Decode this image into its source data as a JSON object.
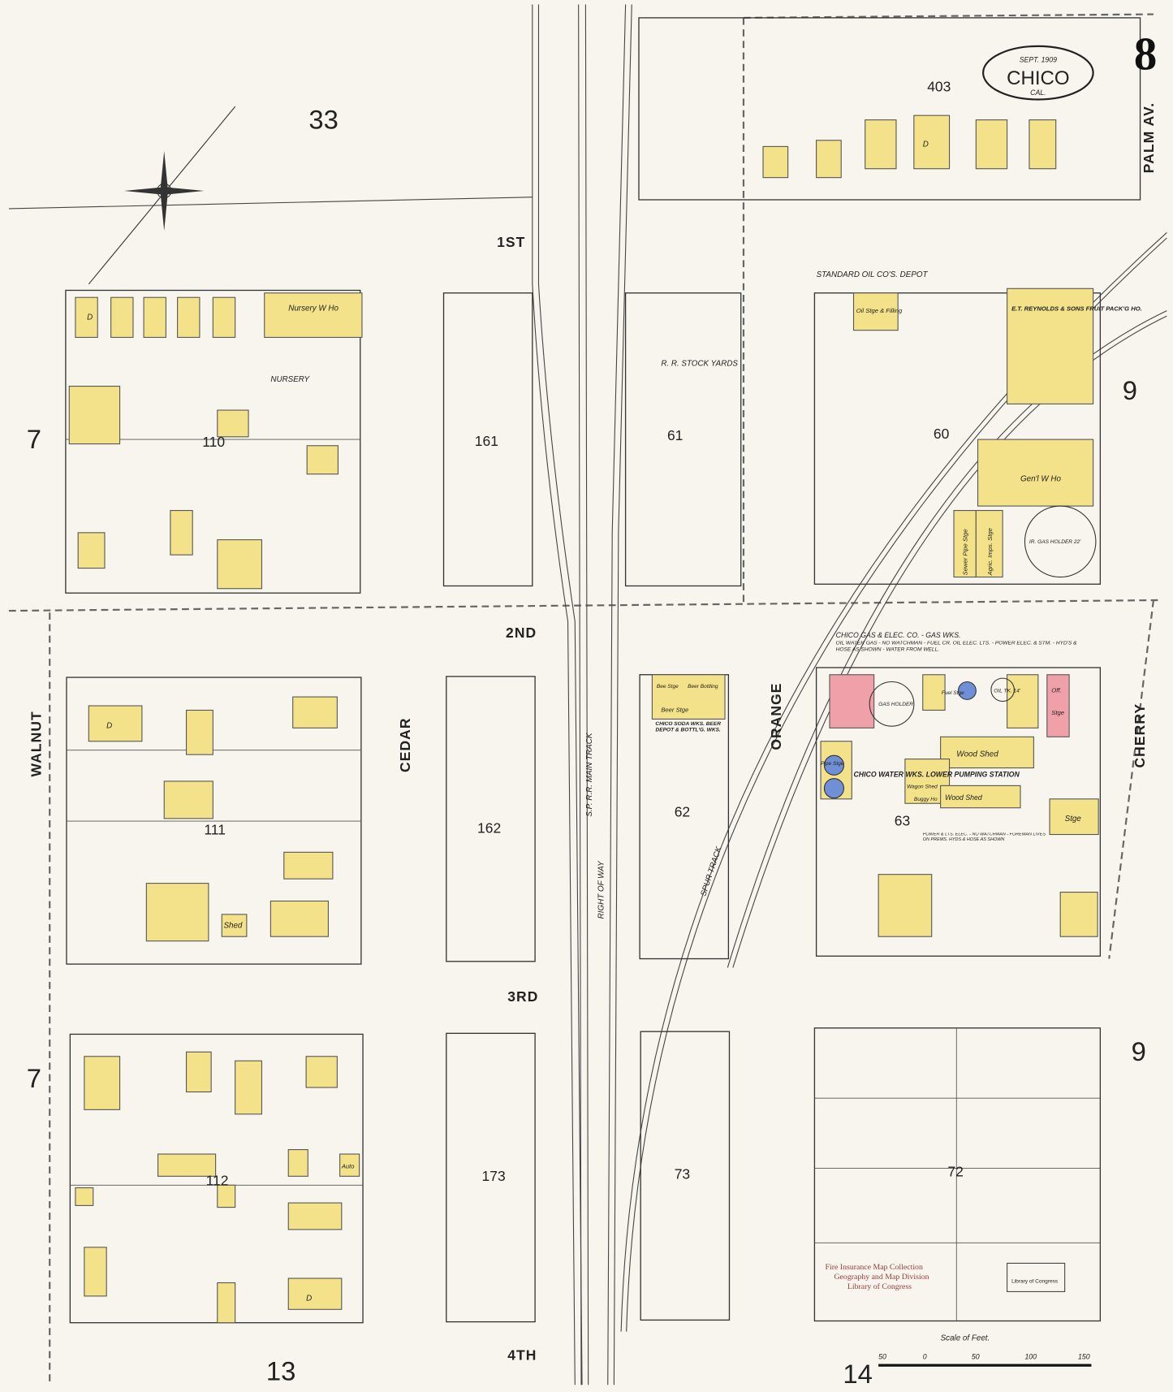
{
  "cartouche": {
    "date": "SEPT. 1909",
    "city": "CHICO",
    "state": "CAL."
  },
  "sheet_number": "8",
  "adjacent_sheets": {
    "top_left": "33",
    "left_upper": "7",
    "left_lower": "7",
    "right_upper": "9",
    "right_lower": "9",
    "bottom_left": "13",
    "bottom_right": "14"
  },
  "blocks": [
    "403",
    "110",
    "161",
    "61",
    "60",
    "111",
    "162",
    "62",
    "63",
    "112",
    "173",
    "73",
    "72"
  ],
  "streets": {
    "first": "1ST",
    "second": "2ND",
    "third": "3RD",
    "fourth": "4TH",
    "walnut": "WALNUT",
    "cedar": "CEDAR",
    "orange": "ORANGE",
    "cherry": "CHERRY",
    "palm": "PALM AV."
  },
  "railroad": {
    "right_of_way": "RIGHT OF WAY",
    "main_track": "S.P. R.R. MAIN TRACK",
    "spur": "SPUR TRACK",
    "stock_yards": "R. R. STOCK YARDS"
  },
  "labels": {
    "nursery": "NURSERY",
    "nursery_wh": "Nursery W Ho",
    "standard_oil": "STANDARD OIL CO'S. DEPOT",
    "oil_stge": "Oil Stge & Filling",
    "reynolds": "E.T. REYNOLDS & SONS FRUIT PACK'G HO.",
    "genl_wh": "Gen'l W Ho",
    "gas_holder_iron": "IR. GAS HOLDER 22'",
    "sewer_pipe": "Sewer Pipe Stge",
    "agric": "Agric. Imps. Stge",
    "gas_works": "CHICO GAS & ELEC. CO. - GAS WKS.",
    "gas_works_note": "OIL WATER GAS - NO WATCHMAN - FUEL CR. OIL ELEC. LTS. - POWER ELEC. & STM. - HYD'S & HOSE AS SHOWN - WATER FROM WELL.",
    "gas_holder": "GAS HOLDER",
    "oil_tank": "OIL TK. 14'",
    "fuel_stge": "Fuel Stge",
    "off": "Off.",
    "stge": "Stge",
    "wood_shed": "Wood Shed",
    "water_works": "CHICO WATER WKS. LOWER PUMPING STATION",
    "water_note": "POWER & LTS. ELEC. - NO WATCHMAN - FOREMAN LIVES ON PREMS. HYDS & HOSE AS SHOWN",
    "pipe_stge": "Pipe Stge",
    "wagon_shed": "Wagon Shed",
    "buggy_ho": "Buggy Ho",
    "soda_works": "CHICO SODA WKS. BEER DEPOT & BOTTL'G. WKS.",
    "beer_stge": "Beer Stge",
    "beer_bottling": "Beer Bottling",
    "bee_stge": "Bee Stge",
    "shed": "Shed",
    "auto": "Auto",
    "dwelling": "D"
  },
  "scale": {
    "title": "Scale of Feet.",
    "ticks": [
      "50",
      "0",
      "50",
      "100",
      "150"
    ]
  },
  "stamp": {
    "line1": "Fire Insurance Map Collection",
    "line2": "Geography and Map Division",
    "line3": "Library of Congress",
    "box": "Library of Congress"
  },
  "colors": {
    "paper": "#f7f5ee",
    "frame": "#f4e28a",
    "brick": "#f0a0a8",
    "stone": "#6f8fd6"
  }
}
